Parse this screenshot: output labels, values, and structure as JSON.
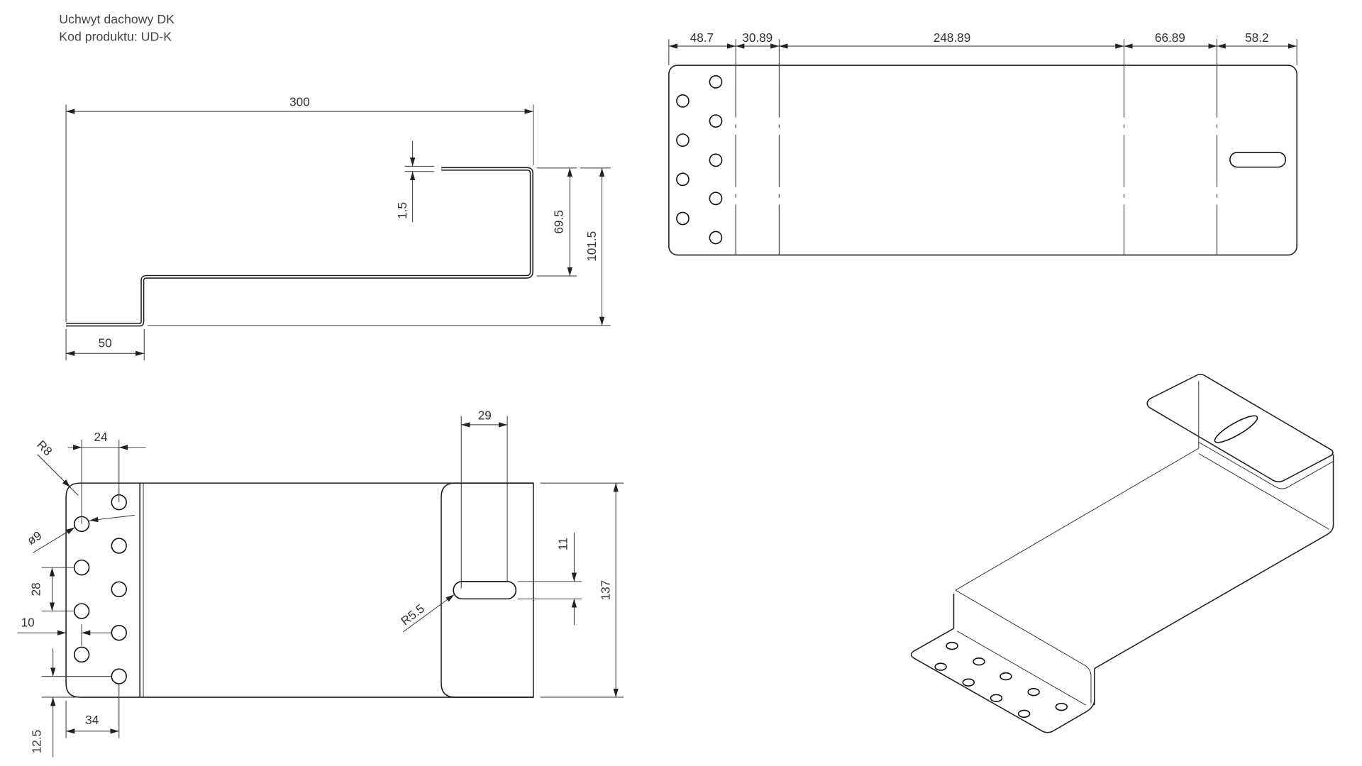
{
  "header": {
    "title": "Uchwyt dachowy DK",
    "product_code": "Kod produktu: UD-K"
  },
  "side_view": {
    "dims": {
      "length": "300",
      "foot": "50",
      "thickness": "1.5",
      "upper_height": "69.5",
      "total_height": "101.5"
    }
  },
  "flat_view": {
    "dims": [
      "48.7",
      "30.89",
      "248.89",
      "66.89",
      "58.2"
    ]
  },
  "plan_view": {
    "dims": {
      "hole_spacing_x": "24",
      "corner_radius": "R8",
      "hole_diameter": "ø9",
      "hole_pitch": "28",
      "edge_offset": "10",
      "edge_bottom": "12.5",
      "hole_x": "34",
      "slot_length": "29",
      "slot_width": "11",
      "width": "137",
      "slot_radius": "R5.5"
    }
  },
  "colors": {
    "line": "#222222",
    "text": "#333333",
    "background": "#ffffff"
  }
}
